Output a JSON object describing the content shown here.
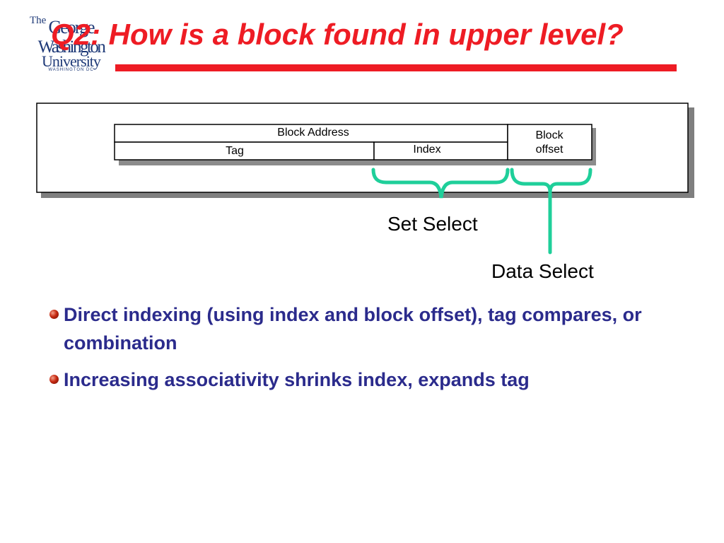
{
  "logo": {
    "line1": "The",
    "line2": "George",
    "line3": "Washington",
    "line4": "University",
    "line5": "WASHINGTON DC"
  },
  "slide": {
    "title": "Q2: How is a block found in upper level?"
  },
  "diagram": {
    "block_address": "Block Address",
    "tag": "Tag",
    "index": "Index",
    "block_offset": "Block offset",
    "set_select": "Set Select",
    "data_select": "Data Select",
    "brace_color": "#1fcf9a"
  },
  "bullets": [
    {
      "text": "Direct indexing (using index and block offset), tag compares, or combination"
    },
    {
      "text": "Increasing associativity shrinks index, expands tag"
    }
  ]
}
